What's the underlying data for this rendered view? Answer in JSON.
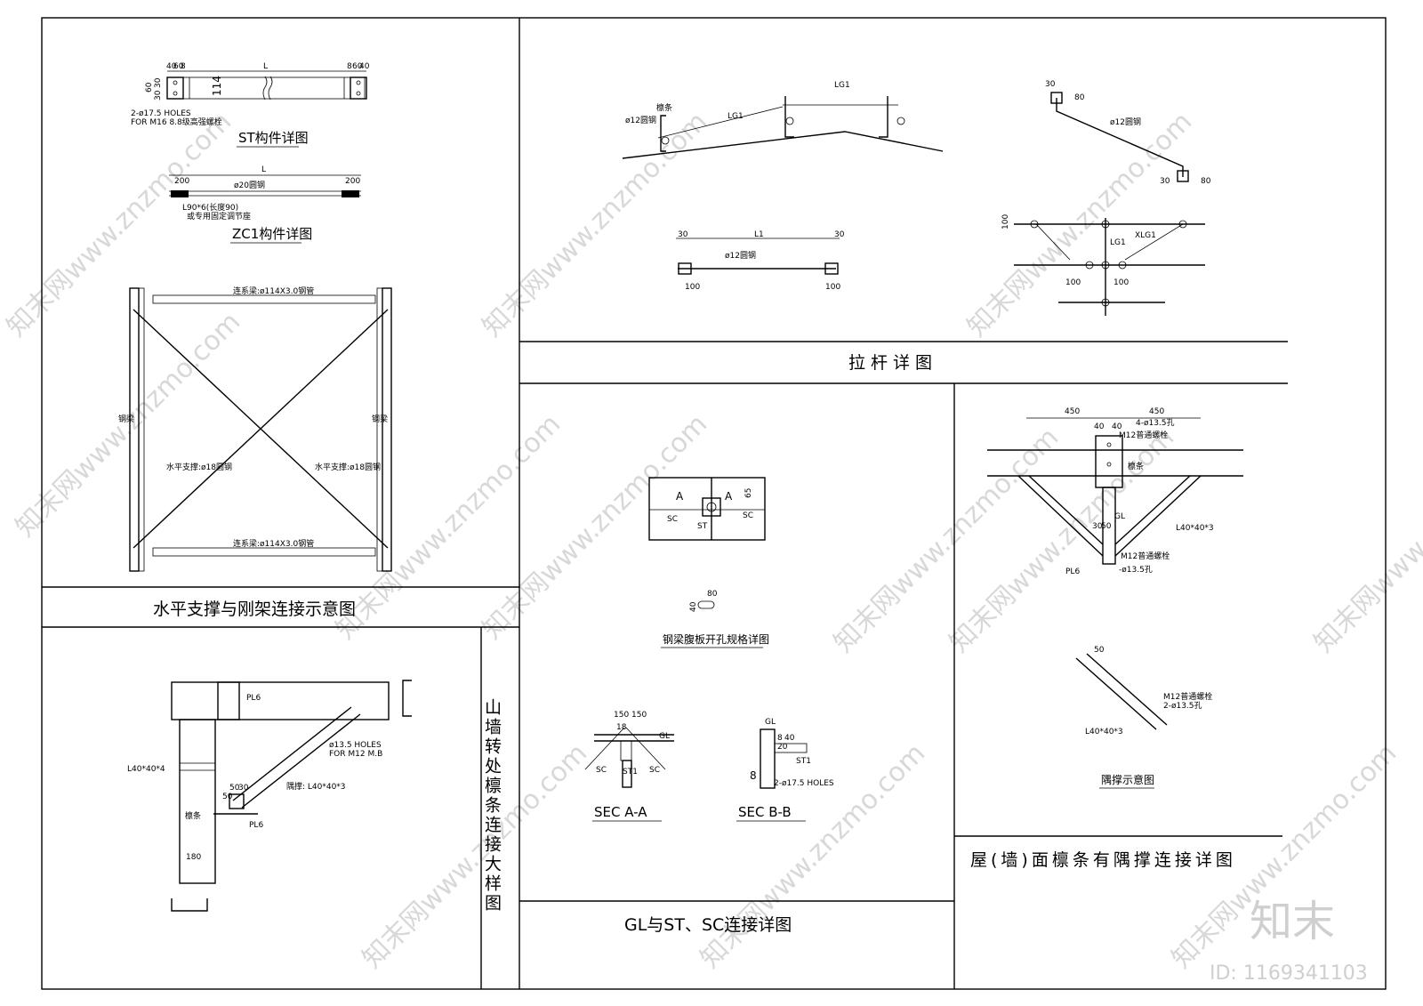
{
  "panels": {
    "st": {
      "title": "ST构件详图",
      "dims": [
        "40",
        "60",
        "8",
        "L",
        "8",
        "60",
        "40",
        "114",
        "60",
        "30",
        "30"
      ],
      "note1": "2-ø17.5 HOLES",
      "note2": "FOR M16 8.8级高强螺栓"
    },
    "zc1": {
      "title": "ZC1构件详图",
      "dims": [
        "L",
        "200",
        "200"
      ],
      "rod": "ø20圆钢",
      "note1": "L90*6(长度90)",
      "note2": "或专用固定调节座"
    },
    "bracing": {
      "title": "水平支撑与刚架连接示意图",
      "top_label": "连系梁:ø114X3.0钢管",
      "bottom_label": "连系梁:ø114X3.0钢管",
      "left_label": "钢梁",
      "right_label": "钢梁",
      "brace_left": "水平支撑:ø18圆钢",
      "brace_right": "水平支撑:ø18圆钢"
    },
    "gable": {
      "title": "山墙转处檩条连接大样图",
      "pl6_top": "PL6",
      "holes1": "ø13.5 HOLES",
      "holes2": "FOR M12 M.B",
      "angle_left": "L40*40*4",
      "brace": "隅撑: L40*40*3",
      "purlin": "檩条",
      "pl6_bottom": "PL6",
      "d50a": "50",
      "d30": "30",
      "d50b": "50",
      "d180": "180"
    },
    "tie": {
      "title": "拉杆详图",
      "lg1_a": "LG1",
      "lg1_b": "LG1",
      "purlin": "檩条",
      "rod": "ø12圆钢",
      "rod2": "ø12圆钢",
      "rod3": "ø12圆钢",
      "l1": "L1",
      "d30a": "30",
      "d30b": "30",
      "d100a": "100",
      "d100b": "100",
      "d30c": "30",
      "d80": "80",
      "d30d": "30",
      "d80b": "80",
      "lg1_c": "LG1",
      "xlg1": "XLG1",
      "d100c": "100",
      "d100d": "100",
      "d100e": "100"
    },
    "gl": {
      "title": "GL与ST、SC连接详图",
      "a_mark": "A",
      "a_mark2": "A",
      "sc1": "SC",
      "st": "ST",
      "sc2": "SC",
      "d65": "65",
      "web_title": "钢梁腹板开孔规格详图",
      "d80": "80",
      "d40": "40",
      "sec_a": "SEC A-A",
      "sec_b": "SEC B-B",
      "d150a": "150",
      "d150b": "150",
      "gl_a": "GL",
      "d18": "18",
      "sc_a": "SC",
      "sc_b": "SC",
      "st1_a": "ST1",
      "d8": "8",
      "gl_b": "GL",
      "st1_b": "ST1",
      "holes": "2-ø17.5 HOLES",
      "d8b": "8",
      "d20": "20",
      "d40b": "40"
    },
    "roof": {
      "title": "屋(墙)面檩条有隅撑连接详图",
      "d450a": "450",
      "d450b": "450",
      "holes": "4-ø13.5孔",
      "bolt": "M12普通螺栓",
      "purlin": "檩条",
      "gl": "GL",
      "angle": "L40*40*3",
      "bolt2": "M12普通螺栓",
      "hole2": "-ø13.5孔",
      "pl6": "PL6",
      "d30": "30",
      "d50": "50",
      "d40a": "40",
      "d40b": "40",
      "fly_title": "隅撑示意图",
      "fly_bolt": "M12普通螺栓",
      "fly_hole": "2-ø13.5孔",
      "fly_angle": "L40*40*3",
      "fly_d": "50"
    }
  },
  "watermark": {
    "text": "知末网www.znzmo.com",
    "logo": "知末",
    "id": "ID: 1169341103"
  }
}
